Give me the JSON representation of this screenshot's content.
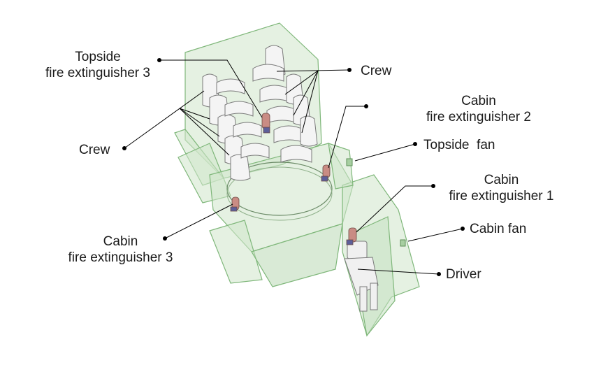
{
  "colors": {
    "hull_fill": "#cfe6cb",
    "hull_stroke": "#7fb77a",
    "seat_fill": "#f4f4f4",
    "seat_stroke": "#7a7a7a",
    "extinguisher": "#c98c84",
    "leader": "#000000",
    "text": "#1a1a1a"
  },
  "labels": {
    "topside_ext_3": [
      "Topside",
      "fire extinguisher 3"
    ],
    "crew_right": "Crew",
    "cabin_ext_2": [
      "Cabin",
      "fire extinguisher 2"
    ],
    "crew_left": "Crew",
    "topside_fan": "Topside  fan",
    "cabin_ext_1": [
      "Cabin",
      "fire extinguisher 1"
    ],
    "cabin_fan": "Cabin fan",
    "cabin_ext_3": [
      "Cabin",
      "fire extinguisher 3"
    ],
    "driver": "Driver"
  }
}
